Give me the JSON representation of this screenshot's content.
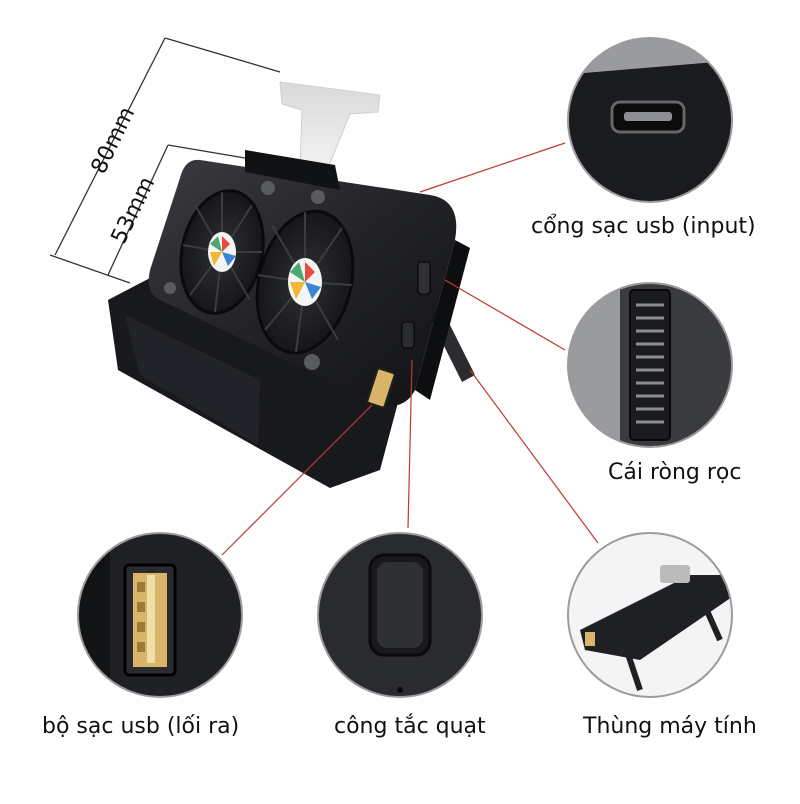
{
  "dimensions": {
    "height": "80mm",
    "width": "53mm"
  },
  "callouts": {
    "usb_input": "cổng sạc usb (input)",
    "pulley": "Cái ròng rọc",
    "usb_output": "bộ sạc usb (lối ra)",
    "fan_switch": "công tắc quạt",
    "case": "Thùng máy tính"
  },
  "colors": {
    "leader_line": "#c0392b",
    "device_body": "#1f2024",
    "fan_blade": "#2a2b2f",
    "usb_port": "#d9b56a"
  }
}
